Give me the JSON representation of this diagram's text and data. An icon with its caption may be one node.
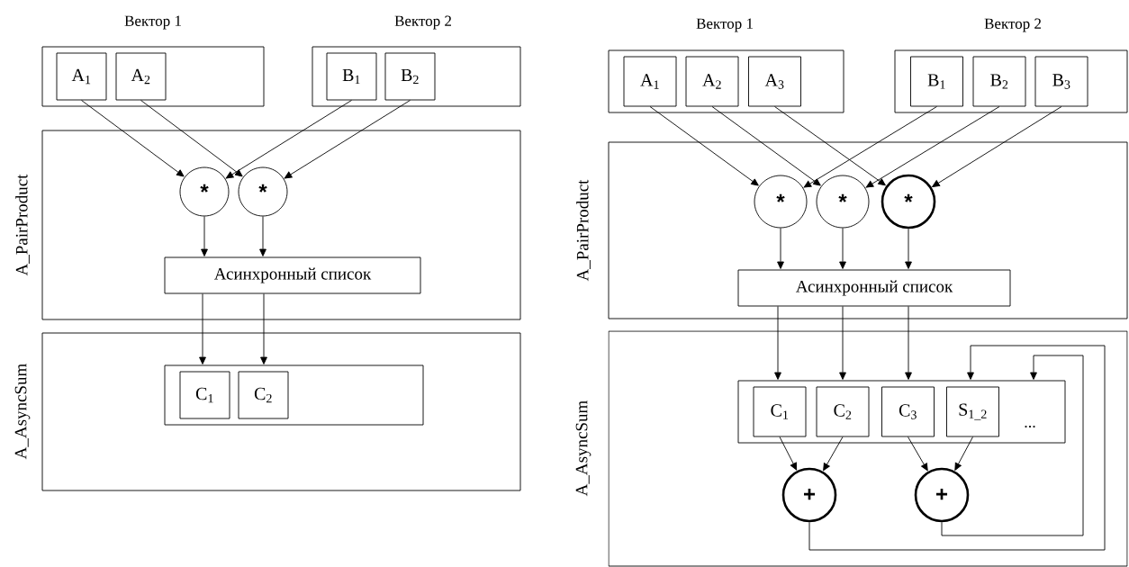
{
  "diagram": {
    "nodes": [
      {
        "text": [
          "Вектор 1"
        ]
      },
      {
        "text": [
          "A$_{1}$"
        ],
        "in": 0
      },
      {
        "text": [
          "A$_{2}$"
        ],
        "in": 0
      },
      {
        "text": [
          "Вектор 2"
        ]
      },
      {
        "text": [
          "B$_{1}$"
        ],
        "in": 3
      },
      {
        "text": [
          "B$_{2}$"
        ],
        "in": 3
      },
      {
        "text": [
          "A_PairProduct"
        ]
      },
      {
        "text": [
          "*"
        ],
        "in": 6
      },
      {
        "text": [
          "*"
        ],
        "in": 6
      },
      {
        "text": [
          "Асинхронный список"
        ],
        "in": 6
      },
      {
        "text": [
          "A_AsyncSum"
        ]
      },
      {
        "text": [],
        "shape": "box",
        "in": 10
      },
      {
        "text": [
          "C$_{1}$"
        ],
        "in": 11
      },
      {
        "text": [
          "C$_{2}$"
        ],
        "in": 11
      },
      {
        "text": [
          "Вектор 1"
        ]
      },
      {
        "text": [
          "A$_{1}$"
        ],
        "in": 14
      },
      {
        "text": [
          "A$_{2}$"
        ],
        "in": 14
      },
      {
        "text": [
          "A$_{3}$"
        ],
        "in": 14
      },
      {
        "text": [
          "Вектор 2"
        ]
      },
      {
        "text": [
          "B$_{1}$"
        ],
        "in": 18
      },
      {
        "text": [
          "B$_{2}$"
        ],
        "in": 18
      },
      {
        "text": [
          "B$_{3}$"
        ],
        "in": 18
      },
      {
        "text": [
          "A_PairProduct"
        ]
      },
      {
        "text": [
          "*"
        ],
        "in": 22
      },
      {
        "text": [
          "*"
        ],
        "in": 22
      },
      {
        "text": [
          "*"
        ],
        "in": 22
      },
      {
        "text": [
          "Асинхронный список"
        ],
        "in": 22
      },
      {
        "text": [
          "A_AsyncSum"
        ]
      },
      {
        "text": [],
        "shape": "box",
        "in": 27
      },
      {
        "text": [
          "C$_{1}$"
        ],
        "in": 28
      },
      {
        "text": [
          "C$_{2}$"
        ],
        "in": 28
      },
      {
        "text": [
          "C$_{3}$"
        ],
        "in": 28
      },
      {
        "text": [
          "S$_{1_2}$"
        ],
        "in": 28
      },
      {
        "text": [
          "+"
        ],
        "in": 27
      },
      {
        "text": [
          "+"
        ],
        "in": 27
      }
    ],
    "edges": [
      {
        "from": 1,
        "to": 7,
        "arrow": "to"
      },
      {
        "from": 4,
        "to": 7,
        "arrow": "to"
      },
      {
        "from": 2,
        "to": 8,
        "arrow": "to"
      },
      {
        "from": 5,
        "to": 8,
        "arrow": "to"
      },
      {
        "from": 7,
        "to": 9,
        "arrow": "to"
      },
      {
        "from": 8,
        "to": 9,
        "arrow": "to"
      },
      {
        "from": 9,
        "to": 11,
        "arrow": "to"
      },
      {
        "from": 9,
        "to": 11,
        "arrow": "to"
      },
      {
        "from": 15,
        "to": 23,
        "arrow": "to"
      },
      {
        "from": 19,
        "to": 23,
        "arrow": "to"
      },
      {
        "from": 16,
        "to": 24,
        "arrow": "to"
      },
      {
        "from": 20,
        "to": 24,
        "arrow": "to"
      },
      {
        "from": 17,
        "to": 25,
        "arrow": "to"
      },
      {
        "from": 21,
        "to": 25,
        "arrow": "to"
      },
      {
        "from": 23,
        "to": 26,
        "arrow": "to"
      },
      {
        "from": 24,
        "to": 26,
        "arrow": "to"
      },
      {
        "from": 25,
        "to": 26,
        "arrow": "to"
      },
      {
        "from": 26,
        "to": 28,
        "arrow": "to"
      },
      {
        "from": 26,
        "to": 28,
        "arrow": "to"
      },
      {
        "from": 26,
        "to": 28,
        "arrow": "to"
      },
      {
        "from": 29,
        "to": 33,
        "arrow": "to"
      },
      {
        "from": 30,
        "to": 33,
        "arrow": "to"
      },
      {
        "from": 31,
        "to": 34,
        "arrow": "to"
      },
      {
        "from": 32,
        "to": 34,
        "arrow": "to"
      },
      {
        "from": 33,
        "to": 28,
        "arrow": "to"
      },
      {
        "from": 34,
        "to": 28,
        "arrow": "to"
      }
    ],
    "labels": [
      "..."
    ]
  }
}
